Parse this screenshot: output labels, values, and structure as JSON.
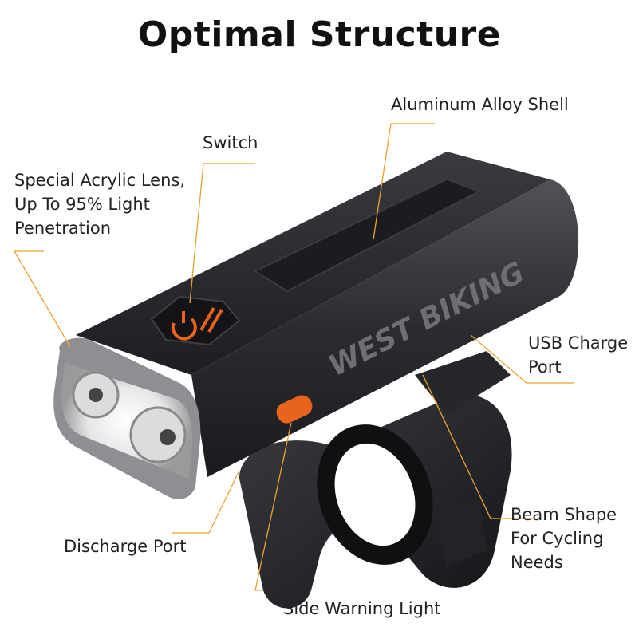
{
  "title": "Optimal Structure",
  "brand_text": "WEST BIKING",
  "colors": {
    "leader_line": "#f0a030",
    "accent_orange": "#e8641e",
    "body": "#2a2b2e"
  },
  "labels": {
    "aluminum_shell": "Aluminum Alloy Shell",
    "switch": "Switch",
    "acrylic_lens": [
      "Special Acrylic Lens,",
      "Up To 95% Light",
      "Penetration"
    ],
    "usb_port": [
      "USB Charge",
      "Port"
    ],
    "discharge_port": "Discharge Port",
    "beam_shape": [
      "Beam Shape",
      "For Cycling",
      "Needs"
    ],
    "side_warning": "Side Warning Light"
  }
}
